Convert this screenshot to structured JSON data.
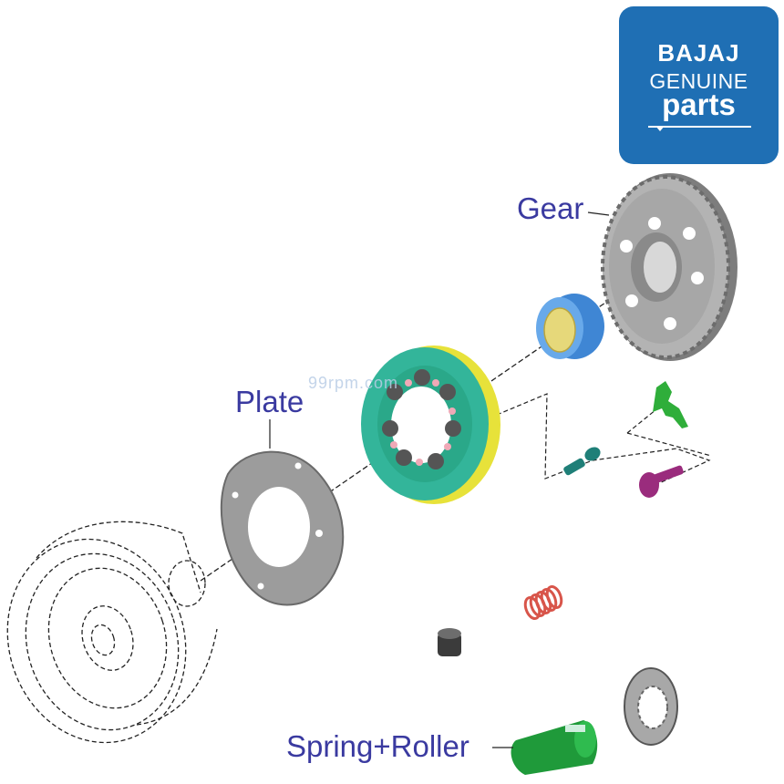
{
  "logo": {
    "brand": "BAJAJ",
    "line1": "GENUINE",
    "line2": "parts",
    "color": "#1f6fb4"
  },
  "labels": {
    "gear": "Gear",
    "plate": "Plate",
    "spring_roller": "Spring+Roller",
    "color": "#3a3aa0"
  },
  "watermark": "99rpm.com",
  "part_colors": {
    "gear": "#9a9a9a",
    "bearing": "#3f86d4",
    "plate": "#9c9c9c",
    "clutch_body": "#33b59a",
    "green_clip": "#2fae3a",
    "teal_bolt": "#1f7f78",
    "purple_bolt": "#9a2c7d",
    "spring": "#d8554a",
    "roller": "#3b3b3b",
    "green_sleeve": "#1f9a3a",
    "lock_washer": "#a8a8a8"
  }
}
